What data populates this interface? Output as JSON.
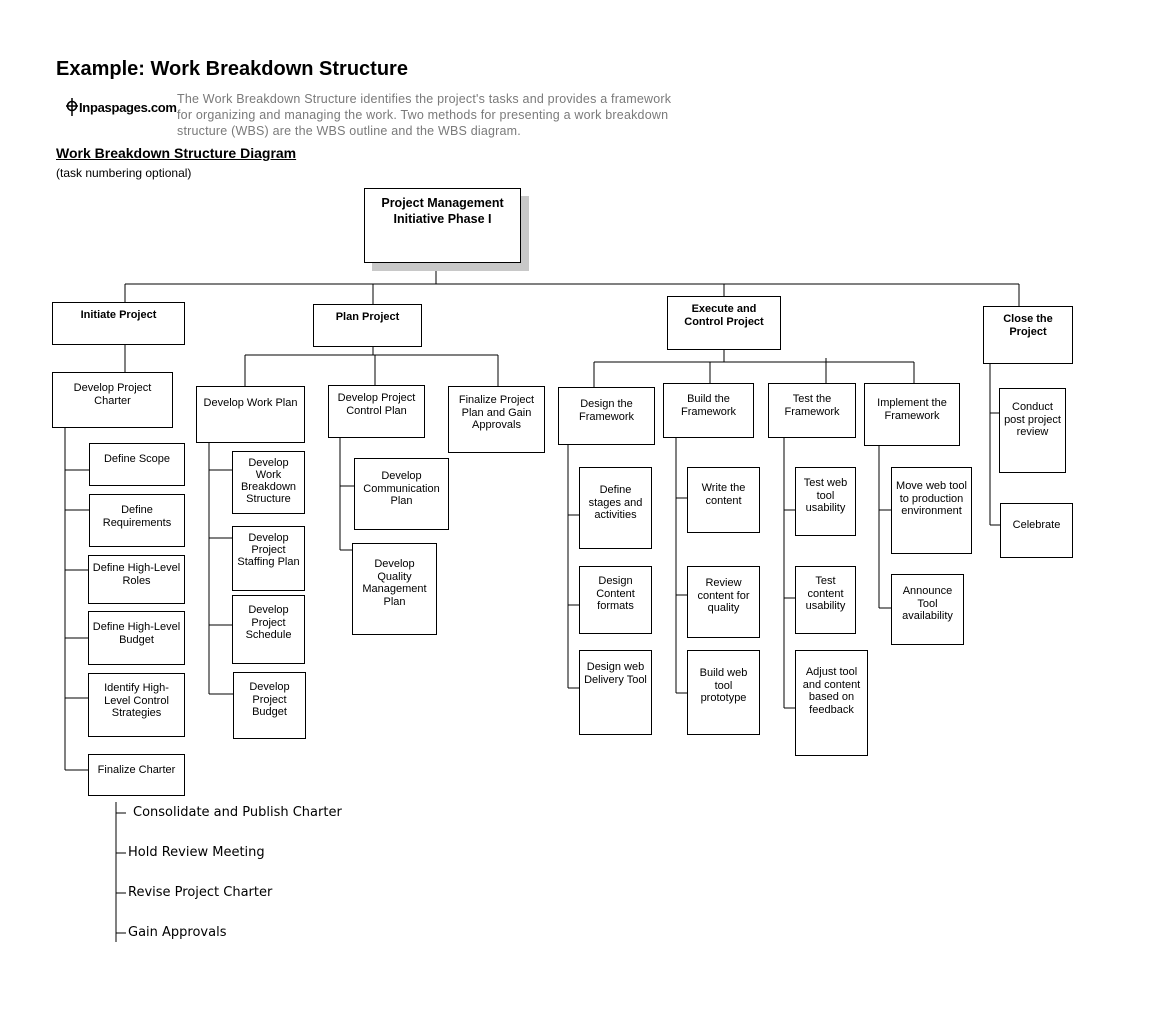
{
  "header": {
    "title": "Example: Work Breakdown Structure",
    "logo_text": "Inpaspages.com",
    "intro": "The Work Breakdown Structure identifies the project's tasks and provides a framework for organizing and managing the work. Two methods for presenting a work breakdown structure (WBS) are the WBS outline and the WBS diagram.",
    "subtitle": "Work Breakdown Structure Diagram",
    "note": "(task numbering optional)"
  },
  "wbs": {
    "root": "Project Management Initiative Phase I",
    "initiate": {
      "label": "Initiate Project",
      "charter": "Develop Project Charter",
      "tasks": [
        "Define Scope",
        "Define Requirements",
        "Define High-Level Roles",
        "Define High-Level Budget",
        "Identify High-Level Control Strategies",
        "Finalize Charter"
      ],
      "finalize_subtasks": [
        "Consolidate and Publish Charter",
        "Hold Review Meeting",
        "Revise Project Charter",
        "Gain Approvals"
      ]
    },
    "plan": {
      "label": "Plan Project",
      "work_plan": "Develop Work Plan",
      "work_plan_tasks": [
        "Develop Work Breakdown Structure",
        "Develop Project Staffing Plan",
        "Develop Project Schedule",
        "Develop Project Budget"
      ],
      "control_plan": "Develop Project Control Plan",
      "control_plan_tasks": [
        "Develop Communication Plan",
        "Develop Quality Management Plan"
      ],
      "finalize": "Finalize Project Plan and Gain Approvals"
    },
    "execute": {
      "label": "Execute and Control Project",
      "design": "Design the Framework",
      "design_tasks": [
        "Define stages and activities",
        "Design Content formats",
        "Design web Delivery Tool"
      ],
      "build": "Build the Framework",
      "build_tasks": [
        "Write the content",
        "Review content for quality",
        "Build web tool prototype"
      ],
      "test": "Test the Framework",
      "test_tasks": [
        "Test web tool usability",
        "Test content usability",
        "Adjust tool and content based on feedback"
      ],
      "implement": "Implement the Framework",
      "implement_tasks": [
        "Move web tool to production environment",
        "Announce Tool availability"
      ]
    },
    "close": {
      "label": "Close the Project",
      "tasks": [
        "Conduct post project review",
        "Celebrate"
      ]
    }
  }
}
